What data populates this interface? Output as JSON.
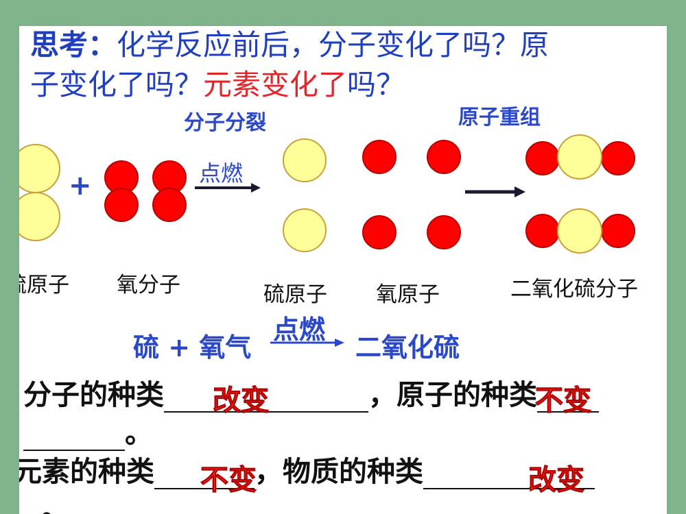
{
  "question": {
    "lead": "思考：",
    "part1": "化学反应前后，",
    "part2": "分子变化了吗？原",
    "part3": "子变化了吗？",
    "part4": "元素变化了",
    "part5": "吗？"
  },
  "diagram": {
    "split_title": "分子分裂",
    "regroup_title": "原子重组",
    "plus": "+",
    "ignite": "点燃",
    "label_sulfur_atom": "硫原子",
    "label_oxygen_molecule": "氧分子",
    "label_sulfur_atom2": "硫原子",
    "label_oxygen_atom": "氧原子",
    "label_so2": "二氧化硫分子",
    "colors": {
      "sulfur": "#ffff99",
      "oxygen": "#ff0000",
      "arrow": "#1a1a2e"
    }
  },
  "equation": {
    "left": "硫 + 氧气",
    "condition": "点燃",
    "right": "二氧化硫"
  },
  "fill": {
    "l1_a": "分子的种类",
    "l1_b": "，原子的种类",
    "l2_end": "。",
    "l3_a": "元素的种类",
    "l3_b": "，物质的种类",
    "l4_end": "。",
    "ans1": "改变",
    "ans2": "不变",
    "ans3": "不变",
    "ans4": "改变"
  }
}
